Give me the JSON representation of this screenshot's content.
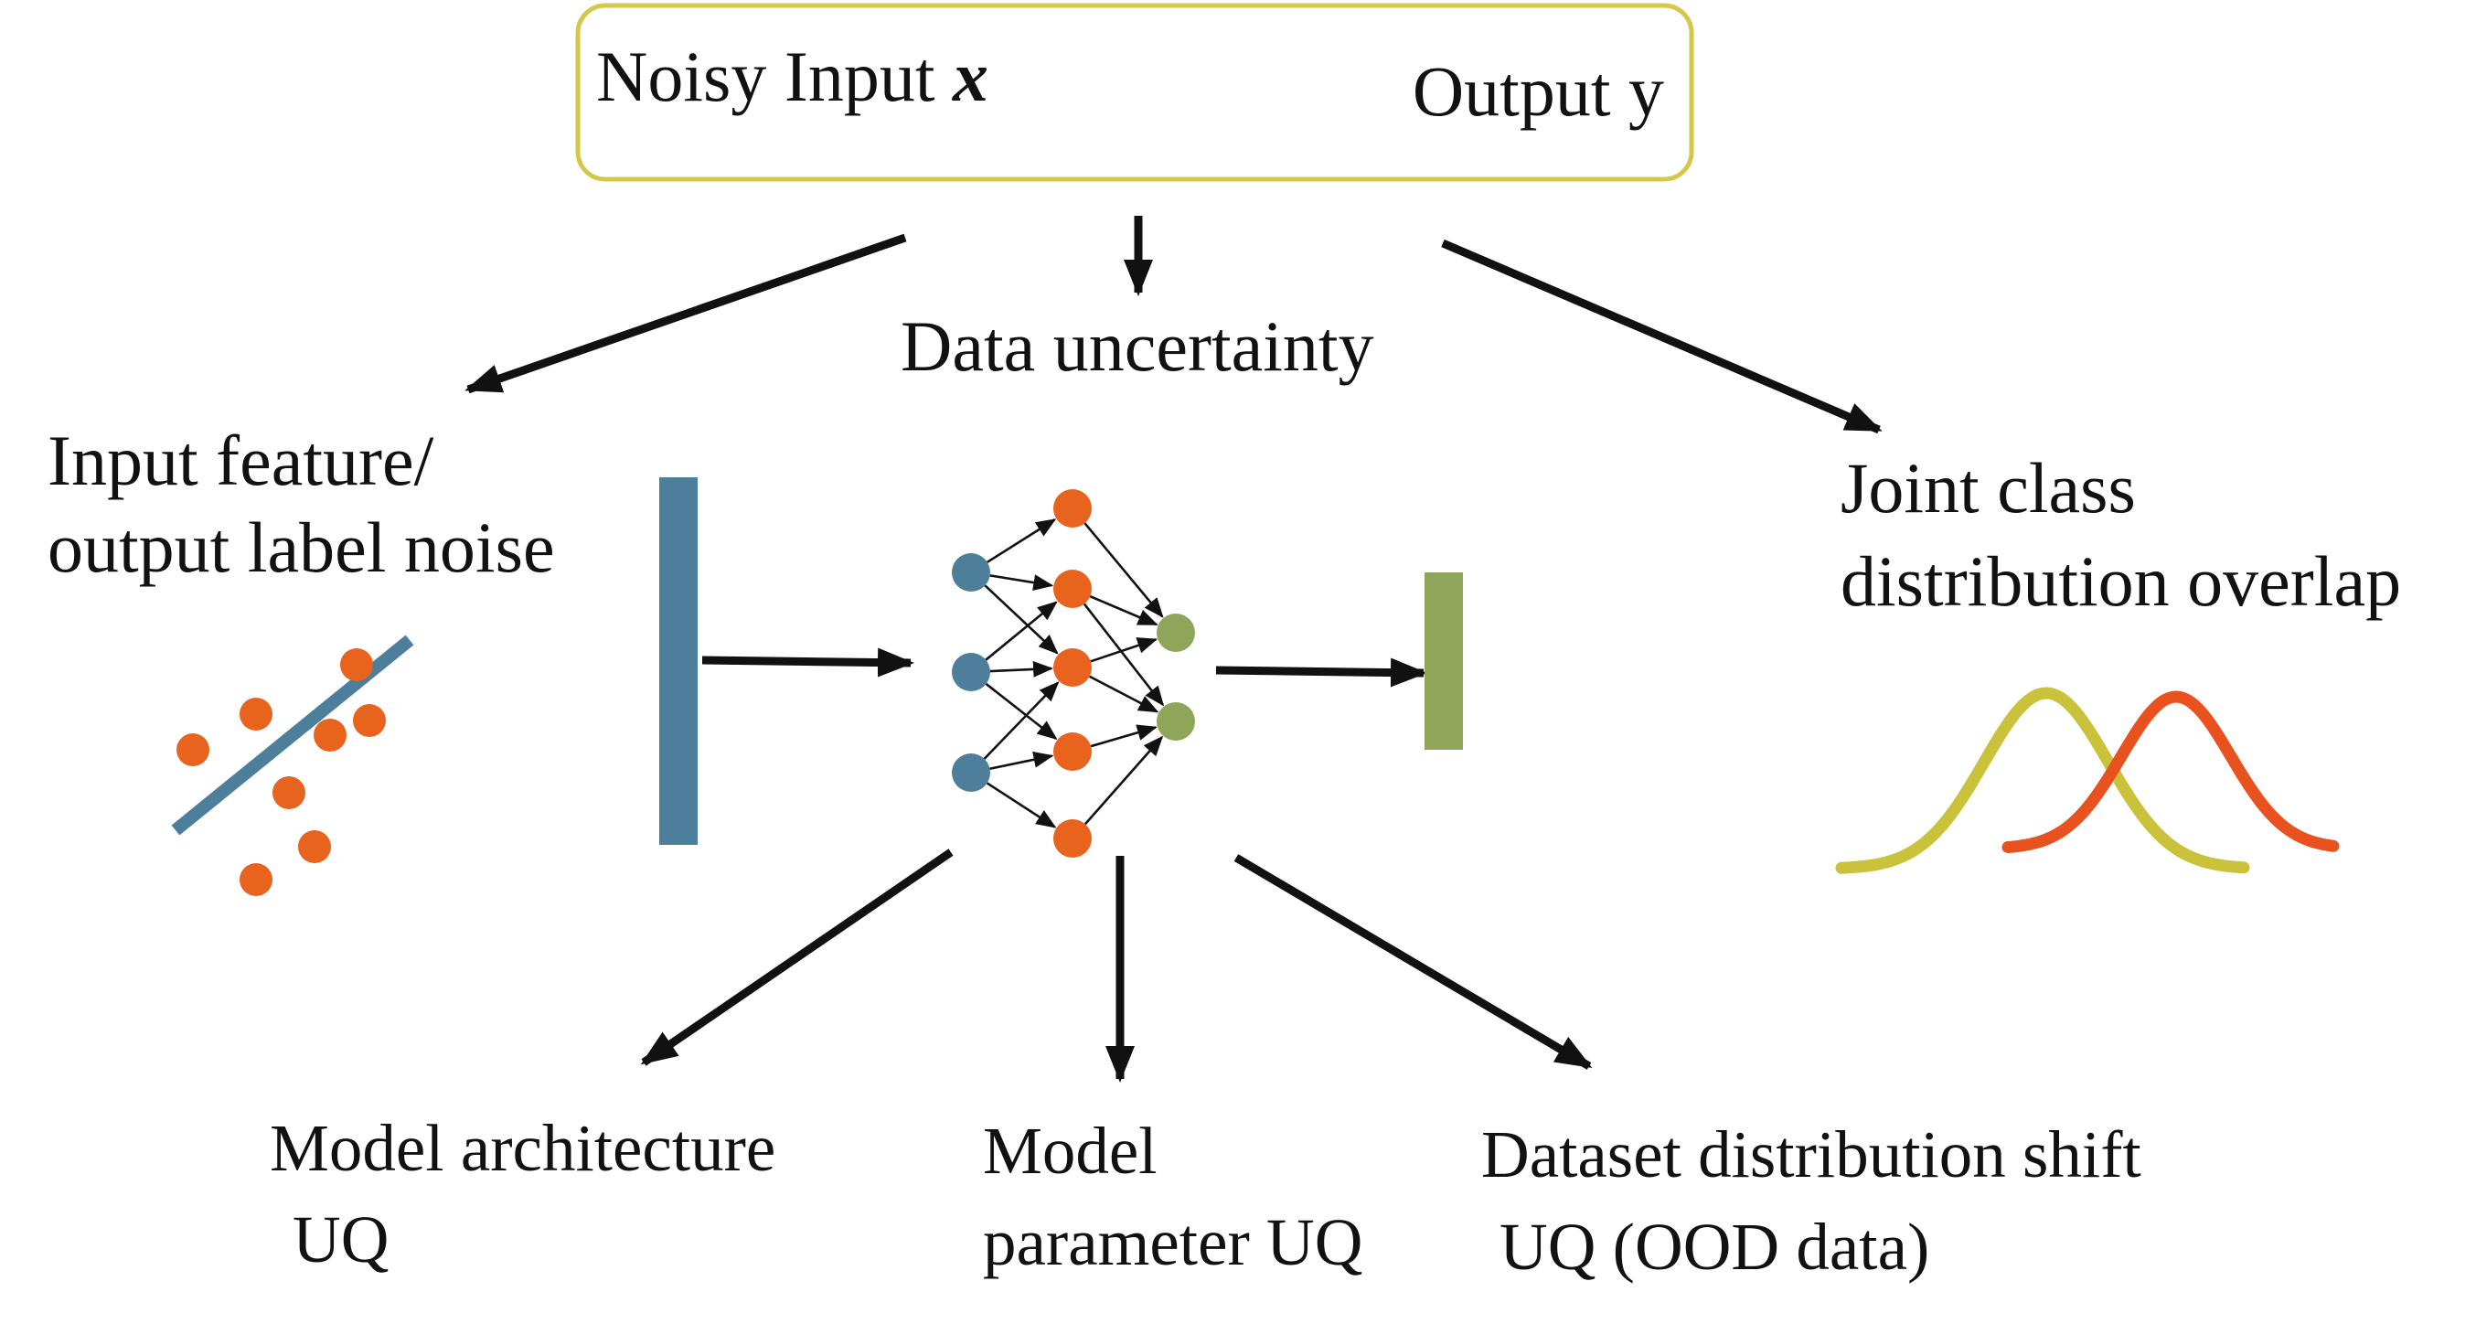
{
  "top_box": {
    "input_label": "Noisy Input ",
    "input_symbol": "x",
    "output_label": "Output y",
    "border_color": "#D4C84A"
  },
  "data_uncertainty": "Data uncertainty",
  "input_noise": {
    "line1": "Input feature/",
    "line2": "output label noise"
  },
  "joint_overlap": {
    "line1": "Joint class",
    "line2": "distribution overlap"
  },
  "model_architecture": {
    "line1": "Model architecture",
    "line2": "UQ"
  },
  "model_parameter": {
    "line1": "Model",
    "line2": "parameter UQ"
  },
  "dataset_shift": {
    "line1": "Dataset distribution shift",
    "line2": "UQ (OOD data)"
  },
  "colors": {
    "orange_point": "#E8641E",
    "blue_node": "#4E7F9A",
    "green_node": "#8FA65A",
    "input_bar": "#4E7F9A",
    "output_bar": "#8FA65A",
    "regression_line": "#4E7F9A",
    "curve_left": "#C9C23A",
    "curve_right": "#E9521E"
  },
  "icons": {
    "scatter": "noisy-scatter-plot-icon",
    "network": "neural-network-icon",
    "curves": "overlapping-gaussians-icon"
  }
}
